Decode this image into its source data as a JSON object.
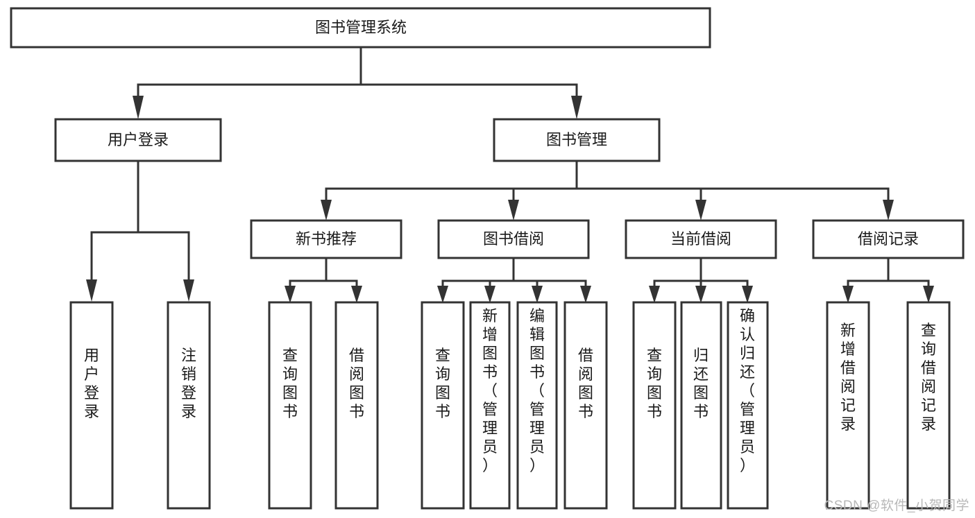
{
  "diagram": {
    "type": "tree-hierarchy",
    "title": "图书管理系统",
    "orientation": "top-down",
    "colors": {
      "box_fill": "#ffffff",
      "box_stroke": "#333333",
      "text": "#1a1a1a",
      "watermark": "#b8b8b8",
      "background": "#ffffff"
    },
    "levels": [
      {
        "level": 0,
        "nodes": [
          {
            "id": "root",
            "label": "图书管理系统",
            "orientation": "horizontal"
          }
        ]
      },
      {
        "level": 1,
        "nodes": [
          {
            "id": "user-login",
            "label": "用户登录",
            "orientation": "horizontal",
            "parent": "root"
          },
          {
            "id": "book-manage",
            "label": "图书管理",
            "orientation": "horizontal",
            "parent": "root"
          }
        ]
      },
      {
        "level": 2,
        "nodes": [
          {
            "id": "new-book-rec",
            "label": "新书推荐",
            "orientation": "horizontal",
            "parent": "book-manage"
          },
          {
            "id": "book-borrow",
            "label": "图书借阅",
            "orientation": "horizontal",
            "parent": "book-manage"
          },
          {
            "id": "current-borrow",
            "label": "当前借阅",
            "orientation": "horizontal",
            "parent": "book-manage"
          },
          {
            "id": "borrow-record",
            "label": "借阅记录",
            "orientation": "horizontal",
            "parent": "book-manage"
          }
        ]
      },
      {
        "level": 3,
        "nodes": [
          {
            "id": "leaf-user-login",
            "label": "用户登录",
            "orientation": "vertical",
            "parent": "user-login"
          },
          {
            "id": "leaf-logout",
            "label": "注销登录",
            "orientation": "vertical",
            "parent": "user-login"
          },
          {
            "id": "leaf-query-book-1",
            "label": "查询图书",
            "orientation": "vertical",
            "parent": "new-book-rec"
          },
          {
            "id": "leaf-borrow-book-1",
            "label": "借阅图书",
            "orientation": "vertical",
            "parent": "new-book-rec"
          },
          {
            "id": "leaf-query-book-2",
            "label": "查询图书",
            "orientation": "vertical",
            "parent": "book-borrow"
          },
          {
            "id": "leaf-add-book",
            "label": "新增图书（管理员）",
            "orientation": "vertical",
            "parent": "book-borrow"
          },
          {
            "id": "leaf-edit-book",
            "label": "编辑图书（管理员）",
            "orientation": "vertical",
            "parent": "book-borrow"
          },
          {
            "id": "leaf-borrow-book-2",
            "label": "借阅图书",
            "orientation": "vertical",
            "parent": "book-borrow"
          },
          {
            "id": "leaf-query-book-3",
            "label": "查询图书",
            "orientation": "vertical",
            "parent": "current-borrow"
          },
          {
            "id": "leaf-return-book",
            "label": "归还图书",
            "orientation": "vertical",
            "parent": "current-borrow"
          },
          {
            "id": "leaf-confirm-return",
            "label": "确认归还（管理员）",
            "orientation": "vertical",
            "parent": "current-borrow"
          },
          {
            "id": "leaf-add-record",
            "label": "新增借阅记录",
            "orientation": "vertical",
            "parent": "borrow-record"
          },
          {
            "id": "leaf-query-record",
            "label": "查询借阅记录",
            "orientation": "vertical",
            "parent": "borrow-record"
          }
        ]
      }
    ]
  },
  "watermark": {
    "text": "CSDN @软件_小贺同学"
  }
}
